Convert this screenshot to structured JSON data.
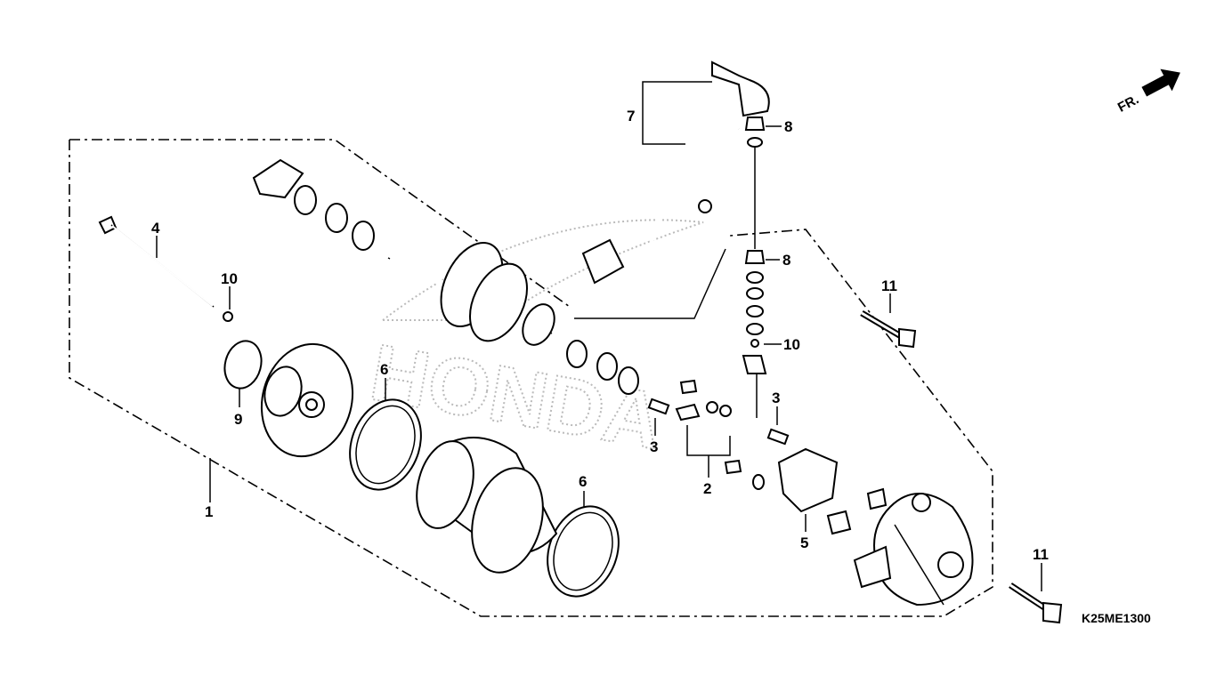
{
  "diagram": {
    "title_code": "K25ME1300",
    "front_marker": "FR.",
    "watermark": "HONDA",
    "callouts": {
      "c1": "1",
      "c2": "2",
      "c3a": "3",
      "c3b": "3",
      "c4": "4",
      "c5": "5",
      "c6a": "6",
      "c6b": "6",
      "c7": "7",
      "c8a": "8",
      "c8b": "8",
      "c9": "9",
      "c10a": "10",
      "c10b": "10",
      "c11a": "11",
      "c11b": "11"
    }
  }
}
